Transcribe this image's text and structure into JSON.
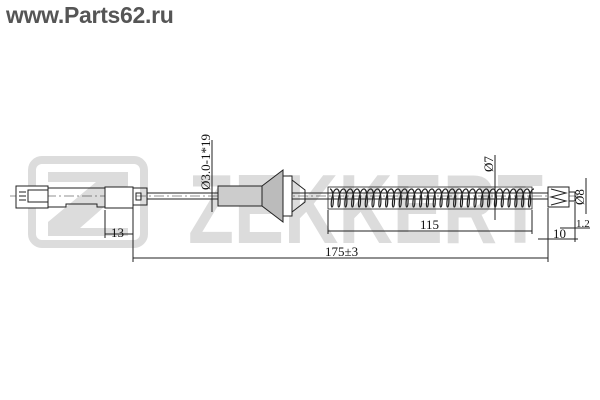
{
  "site": "www.Parts62.ru",
  "watermark": "ZEKKERT",
  "dimensions": {
    "cable_diameter": "Ø3.0-1*19",
    "spring_diameter": "Ø7",
    "spring_length": "115",
    "end_diameter": "Ø8",
    "end_offset": "1.2",
    "end_length": "10",
    "total_length": "175±3",
    "sleeve_length": "13"
  },
  "colors": {
    "watermark": "#dcdcdc",
    "line": "#222222"
  }
}
